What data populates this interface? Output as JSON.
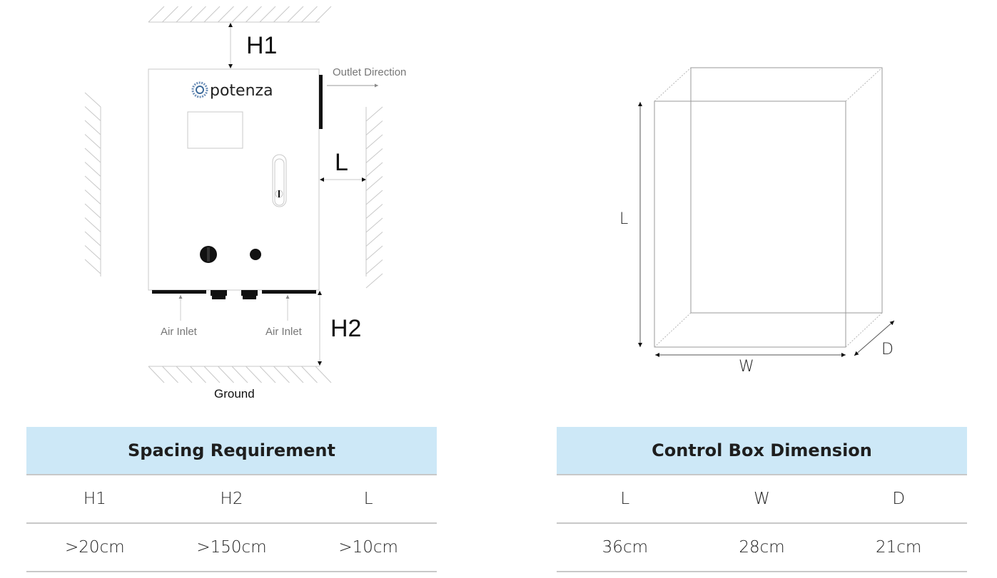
{
  "install_diagram": {
    "brand": "potenza",
    "labels": {
      "h1": "H1",
      "h2": "H2",
      "l": "L",
      "outlet": "Outlet Direction",
      "air_inlet_left": "Air Inlet",
      "air_inlet_right": "Air Inlet",
      "ground": "Ground"
    }
  },
  "box_diagram": {
    "labels": {
      "l": "L",
      "w": "W",
      "d": "D"
    }
  },
  "spacing_table": {
    "title": "Spacing Requirement",
    "headers": [
      "H1",
      "H2",
      "L"
    ],
    "values": [
      ">20cm",
      ">150cm",
      ">10cm"
    ]
  },
  "dimension_table": {
    "title": "Control Box Dimension",
    "headers": [
      "L",
      "W",
      "D"
    ],
    "values": [
      "36cm",
      "28cm",
      "21cm"
    ]
  },
  "colors": {
    "header_bg": "#cde8f7",
    "line": "#c8c8c8",
    "ink": "#111111",
    "gray_text": "#777777"
  }
}
